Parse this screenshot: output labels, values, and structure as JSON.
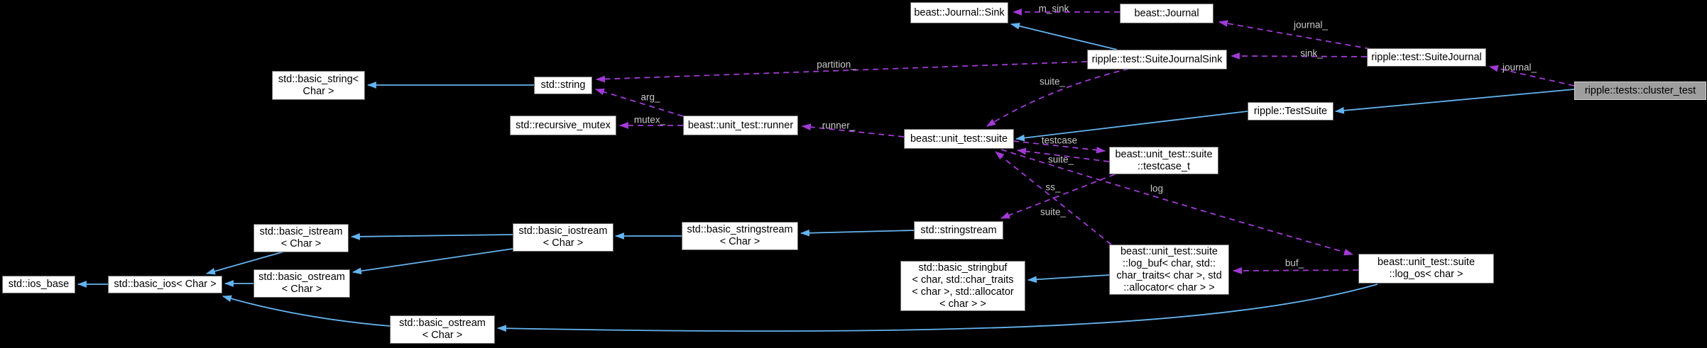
{
  "diagram": {
    "type": "class-collaboration-graph",
    "focus_node": "ripple::tests::cluster_test",
    "colors": {
      "background": "#000000",
      "inheritance_edge": "#63b4f0",
      "usage_edge": "#a23ad6",
      "edge_label_text": "#c9c9c9",
      "node_fill": "#ffffff",
      "node_border": "#676767",
      "node_text": "#000000",
      "highlight_node_fill": "#9e9e9e",
      "highlight_node_border": "#d4d4d4"
    },
    "nodes": {
      "journal_sink": {
        "label": "beast::Journal::Sink"
      },
      "journal": {
        "label": "beast::Journal"
      },
      "suite_journal_sink": {
        "label": "ripple::test::SuiteJournalSink"
      },
      "suite_journal": {
        "label": "ripple::test::SuiteJournal"
      },
      "cluster_test": {
        "label": "ripple::tests::cluster_test"
      },
      "test_suite": {
        "label": "ripple::TestSuite"
      },
      "unit_suite": {
        "label": "beast::unit_test::suite"
      },
      "runner": {
        "label": "beast::unit_test::runner"
      },
      "recursive_mutex": {
        "label": "std::recursive_mutex"
      },
      "string": {
        "label": "std::string"
      },
      "basic_string": {
        "label": "std::basic_string<\nChar >"
      },
      "testcase_t": {
        "label": "beast::unit_test::suite\n::testcase_t"
      },
      "stringstream": {
        "label": "std::stringstream"
      },
      "basic_stringbuf": {
        "label": "std::basic_stringbuf\n< char, std::char_traits\n< char >, std::allocator\n< char > >"
      },
      "log_buf": {
        "label": "beast::unit_test::suite\n::log_buf< char, std::\nchar_traits< char >, std\n::allocator< char > >"
      },
      "log_os": {
        "label": "beast::unit_test::suite\n::log_os< char >"
      },
      "ios_base": {
        "label": "std::ios_base"
      },
      "basic_ios": {
        "label": "std::basic_ios< Char >"
      },
      "basic_istream": {
        "label": "std::basic_istream\n< Char >"
      },
      "basic_ostream_1": {
        "label": "std::basic_ostream\n< Char >"
      },
      "basic_ostream_2": {
        "label": "std::basic_ostream\n< Char >"
      },
      "basic_iostream": {
        "label": "std::basic_iostream\n< Char >"
      },
      "basic_stringstream": {
        "label": "std::basic_stringstream\n< Char >"
      }
    },
    "edge_labels": {
      "m_sink": "m_sink",
      "journal_top": "journal_",
      "sink": "sink_",
      "journal_right": "journal_",
      "partition": "partition_",
      "arg": "arg_",
      "mutex": "mutex_",
      "runner": "runner_",
      "suite_top": "suite_",
      "testcase": "testcase",
      "suite_mid": "suite_",
      "ss": "ss_",
      "suite_low": "suite_",
      "log": "log",
      "buf": "buf_"
    }
  }
}
